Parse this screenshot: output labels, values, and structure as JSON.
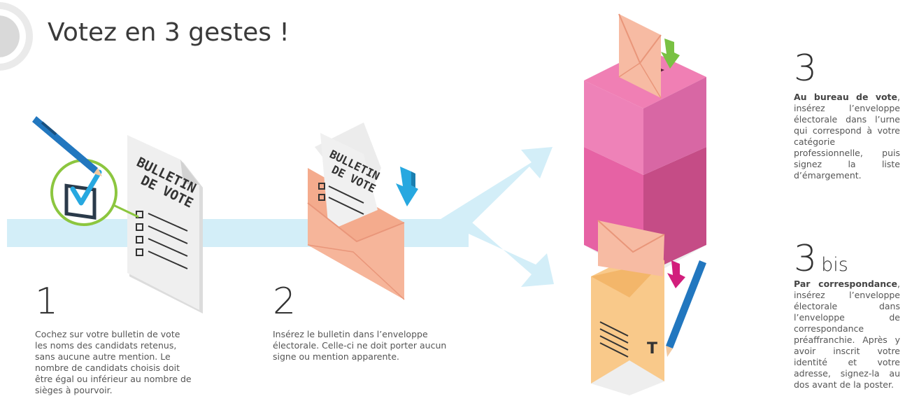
{
  "title": "Votez en 3 gestes !",
  "ballot_text": {
    "line1": "BULLETIN",
    "line2": "DE VOTE"
  },
  "envelope_mark": "T",
  "steps": [
    {
      "number": "1",
      "suffix": "",
      "bold": "",
      "text": "Cochez sur votre bulletin de vote les noms des candidats retenus, sans aucune autre mention. Le nombre de candidats choisis doit être égal ou inférieur au nombre de sièges à pourvoir."
    },
    {
      "number": "2",
      "suffix": "",
      "bold": "",
      "text": "Insérez le bulletin dans l’enveloppe électorale. Celle-ci ne doit porter aucun signe ou mention apparente."
    },
    {
      "number": "3",
      "suffix": "",
      "bold": "Au bureau de vote",
      "text": ", insérez l’enveloppe électorale dans l’urne qui correspond à votre catégorie professionnelle, puis signez la liste d’émargement."
    },
    {
      "number": "3",
      "suffix": "bis",
      "bold": "Par correspondance",
      "text": ", insérez l’enveloppe électorale dans l’enveloppe de correspondance préaffranchie. Après y avoir inscrit votre identité et votre adresse, signez-la au dos avant de la poster."
    }
  ],
  "colors": {
    "flow": "#d3eef8",
    "ballot": "#e9e9e9",
    "envelope": "#f6b59a",
    "urn": "#e2609f",
    "mail_envelope": "#f9c98a",
    "check_circle": "#8cc63f",
    "pen": "#2277bf",
    "arrow_blue": "#27a8e0",
    "arrow_green": "#79c143",
    "arrow_magenta": "#d21e7c"
  }
}
